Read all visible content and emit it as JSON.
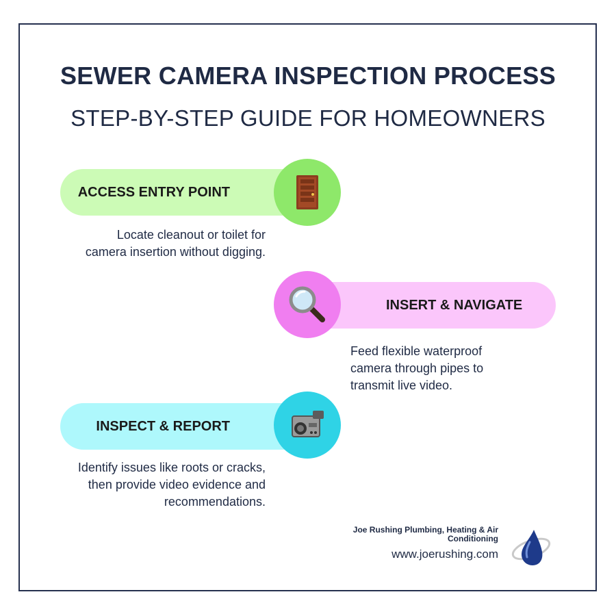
{
  "header": {
    "title": "SEWER CAMERA INSPECTION PROCESS",
    "subtitle": "STEP-BY-STEP GUIDE FOR HOMEOWNERS"
  },
  "steps": [
    {
      "label": "ACCESS ENTRY POINT",
      "description": "Locate cleanout or toilet for camera insertion without digging.",
      "icon": "door-icon",
      "pill_color": "#ccfbb6",
      "circle_color": "#8ee86a"
    },
    {
      "label": "INSERT & NAVIGATE",
      "description": "Feed flexible waterproof camera through pipes to transmit live video.",
      "icon": "magnifying-glass-icon",
      "pill_color": "#fbc6fb",
      "circle_color": "#f07ef0"
    },
    {
      "label": "INSPECT & REPORT",
      "description": "Identify issues like roots or cracks, then provide video evidence and recommendations.",
      "icon": "video-camera-icon",
      "pill_color": "#aef8fc",
      "circle_color": "#2fd3e6"
    }
  ],
  "footer": {
    "company": "Joe Rushing Plumbing, Heating & Air Conditioning",
    "url": "www.joerushing.com",
    "logo_icon": "water-drop-logo-icon"
  }
}
